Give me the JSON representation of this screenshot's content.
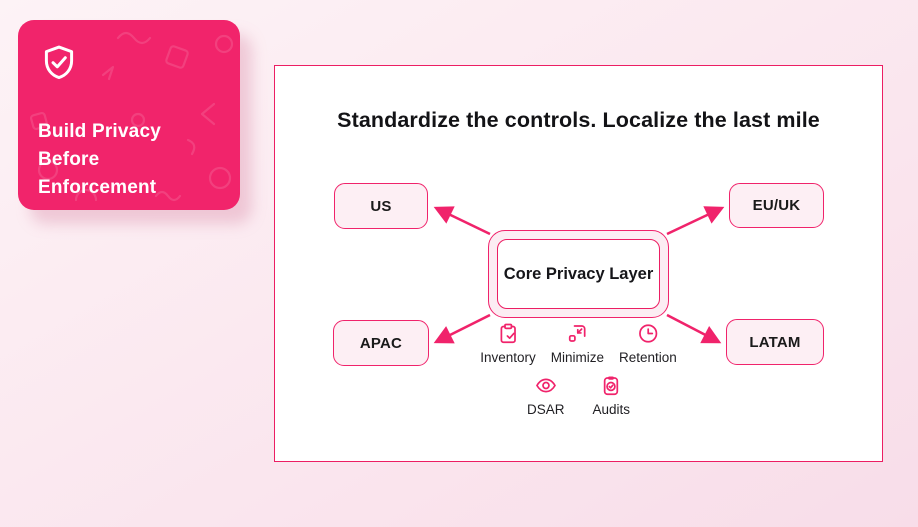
{
  "promo_card": {
    "title": "Build Privacy Before Enforcement",
    "icon": "shield-check-icon",
    "bg_color": "#F1246B",
    "text_color": "#FFFFFF"
  },
  "diagram": {
    "title": "Standardize the controls. Localize the last mile",
    "core_label": "Core Privacy Layer",
    "accent_color": "#F0236B",
    "panel_bg": "#FFFFFF",
    "region_fill": "#FDEFF4",
    "regions": [
      {
        "id": "us",
        "label": "US"
      },
      {
        "id": "euuk",
        "label": "EU/UK"
      },
      {
        "id": "apac",
        "label": "APAC"
      },
      {
        "id": "latam",
        "label": "LATAM"
      }
    ],
    "controls_row1": [
      {
        "icon": "clipboard-check-icon",
        "label": "Inventory"
      },
      {
        "icon": "minimize-icon",
        "label": "Minimize"
      },
      {
        "icon": "clock-icon",
        "label": "Retention"
      }
    ],
    "controls_row2": [
      {
        "icon": "eye-icon",
        "label": "DSAR"
      },
      {
        "icon": "clipboard-audit-icon",
        "label": "Audits"
      }
    ]
  }
}
